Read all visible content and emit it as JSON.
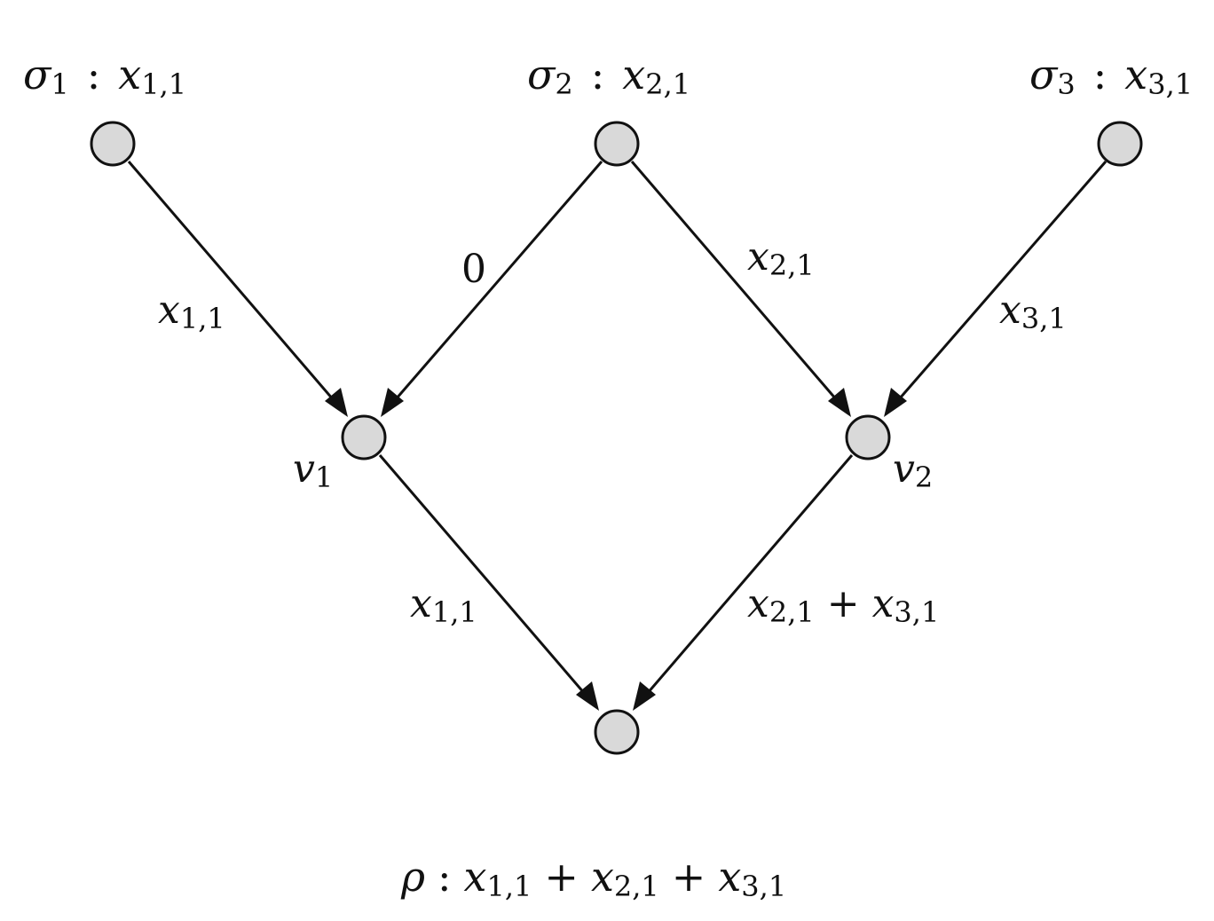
{
  "nodes": {
    "source_1": {
      "label_greek": "σ",
      "label_greek_sub": "1",
      "label_sep": ":",
      "label_var": "x",
      "label_var_sub": "1,1"
    },
    "source_2": {
      "label_greek": "σ",
      "label_greek_sub": "2",
      "label_sep": ":",
      "label_var": "x",
      "label_var_sub": "2,1"
    },
    "source_3": {
      "label_greek": "σ",
      "label_greek_sub": "3",
      "label_sep": ":",
      "label_var": "x",
      "label_var_sub": "3,1"
    },
    "v1": {
      "name": "v",
      "sub": "1"
    },
    "v2": {
      "name": "v",
      "sub": "2"
    },
    "sink": {
      "greek": "ρ",
      "sep": ":",
      "terms": [
        {
          "var": "x",
          "sub": "1,1"
        },
        {
          "op": "+"
        },
        {
          "var": "x",
          "sub": "2,1"
        },
        {
          "op": "+"
        },
        {
          "var": "x",
          "sub": "3,1"
        }
      ]
    }
  },
  "edges": {
    "s1_v1": {
      "var": "x",
      "sub": "1,1"
    },
    "s2_v1": {
      "value": "0"
    },
    "s2_v2": {
      "var": "x",
      "sub": "2,1"
    },
    "s3_v2": {
      "var": "x",
      "sub": "3,1"
    },
    "v1_sink": {
      "var": "x",
      "sub": "1,1"
    },
    "v2_sink": {
      "var1": "x",
      "sub1": "2,1",
      "op": "+",
      "var2": "x",
      "sub2": "3,1"
    }
  },
  "colors": {
    "node_fill": "#d9d9d9",
    "stroke": "#111111"
  }
}
